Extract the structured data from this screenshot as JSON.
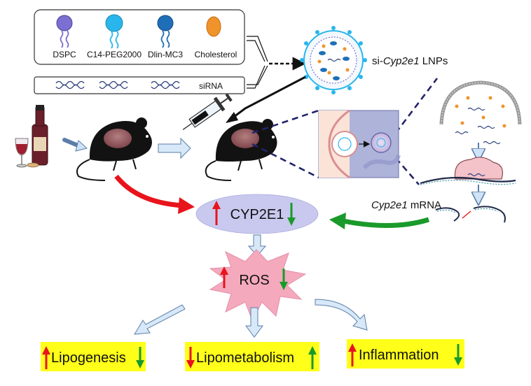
{
  "components": {
    "items": [
      "DSPC",
      "C14-PEG2000",
      "Dlin-MC3",
      "Cholesterol"
    ],
    "sirna_label": "siRNA"
  },
  "lnp": {
    "prefix": "si-",
    "gene": "Cyp2e1",
    "suffix": " LNPs"
  },
  "mrna": {
    "gene": "Cyp2e1",
    "suffix": " mRNA"
  },
  "center": {
    "target": "CYP2E1",
    "ros": "ROS"
  },
  "outcomes": [
    {
      "label": "Lipogenesis"
    },
    {
      "label": "Lipometabolism"
    },
    {
      "label": "Inflammation"
    }
  ],
  "colors": {
    "up_arrow": "#e8141c",
    "down_arrow": "#1a9a2a",
    "outcome_bg": "#ffff1a",
    "target_ellipse": "#c9c9ef",
    "ros_burst": "#f4a9bd",
    "dspc": "#7b6fd1",
    "peg": "#29b6ec",
    "mc3": "#1f6fb8",
    "cholesterol": "#f0932b"
  }
}
